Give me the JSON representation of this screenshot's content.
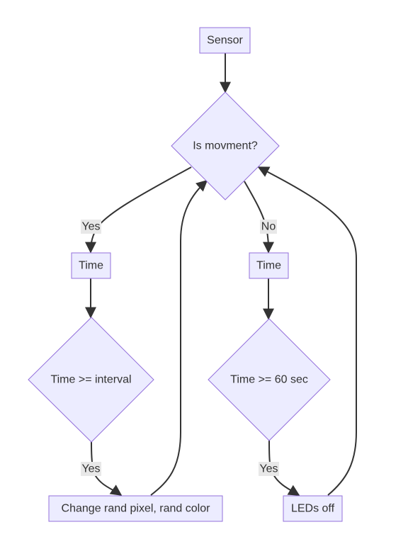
{
  "nodes": {
    "sensor": "Sensor",
    "movement_decision": "Is movment?",
    "time_left": "Time",
    "time_right": "Time",
    "interval_decision": "Time >= interval",
    "sixty_decision": "Time >= 60 sec",
    "change_pixel": "Change rand pixel, rand color",
    "leds_off": "LEDs off"
  },
  "edge_labels": {
    "movement_yes": "Yes",
    "movement_no": "No",
    "interval_yes": "Yes",
    "sixty_yes": "Yes"
  },
  "colors": {
    "node_fill": "#ececff",
    "node_stroke": "#9370db",
    "edge_stroke": "#333333",
    "label_bg": "#e8e8e8",
    "text": "#333333"
  }
}
